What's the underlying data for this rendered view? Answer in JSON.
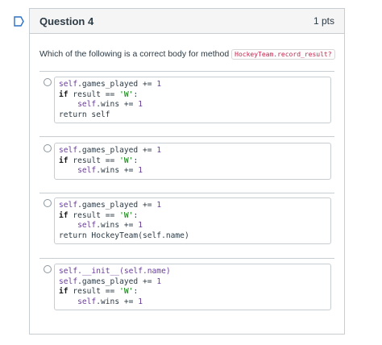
{
  "question": {
    "title": "Question 4",
    "points": "1 pts",
    "prompt": "Which of the following is a correct body for method",
    "method_code": "HockeyTeam.record_result?"
  },
  "options": [
    {
      "lines": [
        [
          {
            "t": "self",
            "c": "purple"
          },
          {
            "t": ".games_played += ",
            "c": ""
          },
          {
            "t": "1",
            "c": "purple"
          }
        ],
        [
          {
            "t": "if",
            "c": "kw"
          },
          {
            "t": " result == ",
            "c": ""
          },
          {
            "t": "'W'",
            "c": "str"
          },
          {
            "t": ":",
            "c": ""
          }
        ],
        [
          {
            "t": "    ",
            "c": ""
          },
          {
            "t": "self",
            "c": "purple"
          },
          {
            "t": ".wins += ",
            "c": ""
          },
          {
            "t": "1",
            "c": "purple"
          }
        ],
        [
          {
            "t": "return self",
            "c": ""
          }
        ]
      ]
    },
    {
      "lines": [
        [
          {
            "t": "self",
            "c": "purple"
          },
          {
            "t": ".games_played += ",
            "c": ""
          },
          {
            "t": "1",
            "c": "purple"
          }
        ],
        [
          {
            "t": "if",
            "c": "kw"
          },
          {
            "t": " result == ",
            "c": ""
          },
          {
            "t": "'W'",
            "c": "str"
          },
          {
            "t": ":",
            "c": ""
          }
        ],
        [
          {
            "t": "    ",
            "c": ""
          },
          {
            "t": "self",
            "c": "purple"
          },
          {
            "t": ".wins += ",
            "c": ""
          },
          {
            "t": "1",
            "c": "purple"
          }
        ]
      ]
    },
    {
      "lines": [
        [
          {
            "t": "self",
            "c": "purple"
          },
          {
            "t": ".games_played += ",
            "c": ""
          },
          {
            "t": "1",
            "c": "purple"
          }
        ],
        [
          {
            "t": "if",
            "c": "kw"
          },
          {
            "t": " result == ",
            "c": ""
          },
          {
            "t": "'W'",
            "c": "str"
          },
          {
            "t": ":",
            "c": ""
          }
        ],
        [
          {
            "t": "    ",
            "c": ""
          },
          {
            "t": "self",
            "c": "purple"
          },
          {
            "t": ".wins += ",
            "c": ""
          },
          {
            "t": "1",
            "c": "purple"
          }
        ],
        [
          {
            "t": "return HockeyTeam(self.name)",
            "c": ""
          }
        ]
      ]
    },
    {
      "lines": [
        [
          {
            "t": "self.__init__(self.name)",
            "c": "purple"
          }
        ],
        [
          {
            "t": "self",
            "c": "purple"
          },
          {
            "t": ".games_played += ",
            "c": ""
          },
          {
            "t": "1",
            "c": "purple"
          }
        ],
        [
          {
            "t": "if",
            "c": "kw"
          },
          {
            "t": " result == ",
            "c": ""
          },
          {
            "t": "'W'",
            "c": "str"
          },
          {
            "t": ":",
            "c": ""
          }
        ],
        [
          {
            "t": "    ",
            "c": ""
          },
          {
            "t": "self",
            "c": "purple"
          },
          {
            "t": ".wins += ",
            "c": ""
          },
          {
            "t": "1",
            "c": "purple"
          }
        ]
      ]
    }
  ]
}
